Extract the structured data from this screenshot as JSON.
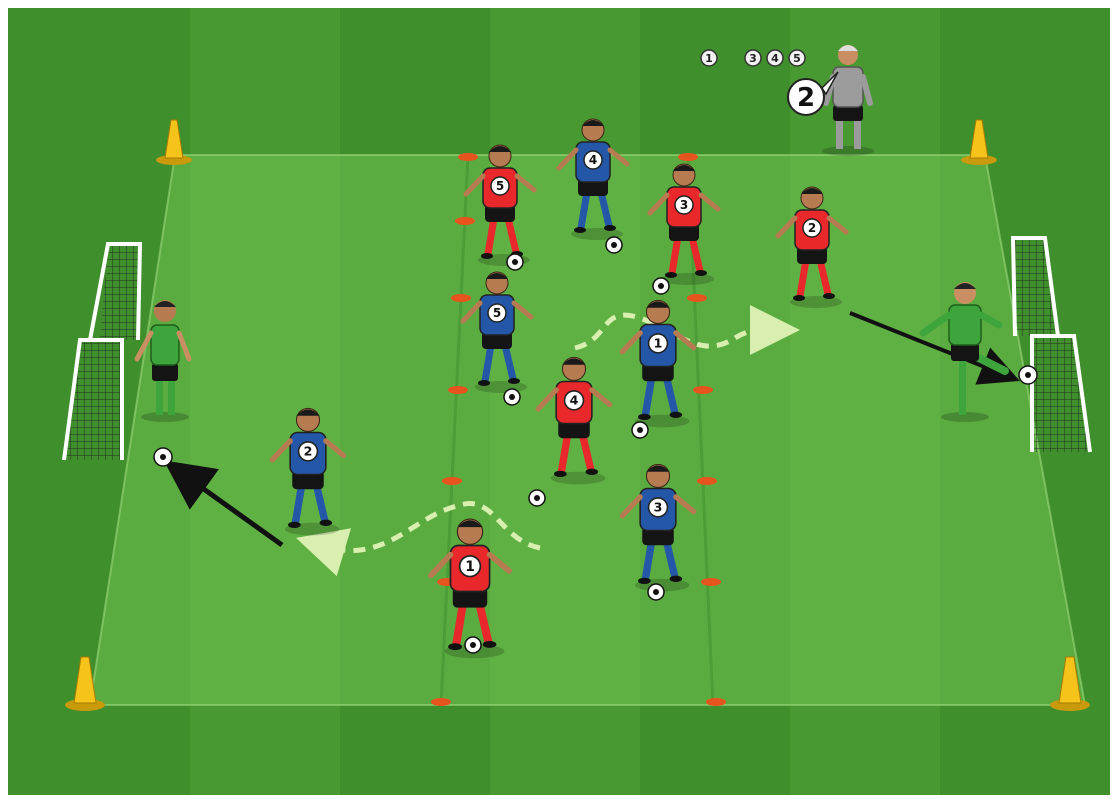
{
  "colors": {
    "pitch_dark": "#3f8f2c",
    "pitch_stripe": "#56a73a",
    "area_light": "#72c452",
    "line_white": "#f4fbef",
    "cone_yellow": "#f6c31b",
    "disc_orange": "#e8541e",
    "team_red": "#e8282b",
    "team_blue": "#2457a8",
    "keeper_green": "#3da53b",
    "coach_grey": "#9b9b9b",
    "shorts_black": "#141414",
    "arrow_black": "#111111",
    "path_dashed": "#d9efb0"
  },
  "legend": {
    "numbers": [
      "1",
      "3",
      "4",
      "5"
    ],
    "callout_number": "2"
  },
  "red_team": [
    {
      "number": "1"
    },
    {
      "number": "2"
    },
    {
      "number": "3"
    },
    {
      "number": "4"
    },
    {
      "number": "5"
    }
  ],
  "blue_team": [
    {
      "number": "1"
    },
    {
      "number": "2"
    },
    {
      "number": "3"
    },
    {
      "number": "4"
    },
    {
      "number": "5"
    }
  ],
  "icons": {
    "cone": "cone-icon",
    "disc_marker": "disc-marker-icon",
    "goal": "goal-icon",
    "ball": "ball-icon",
    "shot_arrow": "arrow-icon",
    "run_path": "dashed-path-icon"
  }
}
